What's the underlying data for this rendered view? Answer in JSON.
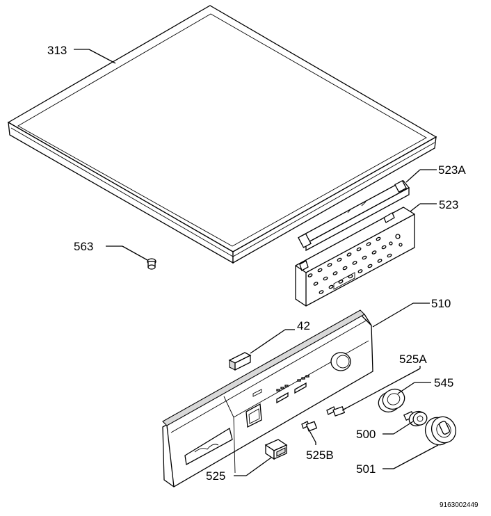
{
  "labels": {
    "l313": "313",
    "l523A": "523A",
    "l523": "523",
    "l563": "563",
    "l510": "510",
    "l42": "42",
    "l525A": "525A",
    "l545": "545",
    "l500": "500",
    "l525B": "525B",
    "l525": "525",
    "l501": "501"
  },
  "document_number": "9163002449"
}
